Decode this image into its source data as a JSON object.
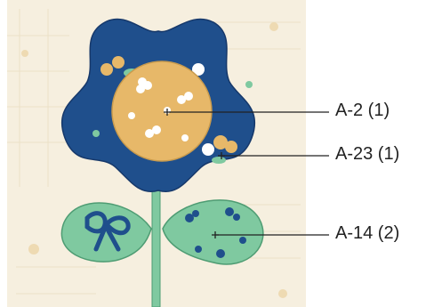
{
  "labels": {
    "a2": "A-2 (1)",
    "a23": "A-23 (1)",
    "a14": "A-14 (2)"
  },
  "colors": {
    "background_print": "#f6efdf",
    "navy": "#1f4f8c",
    "gold": "#e7b869",
    "mint": "#7fc9a0",
    "stem": "#7fc9a0",
    "leader_line": "#222222"
  }
}
